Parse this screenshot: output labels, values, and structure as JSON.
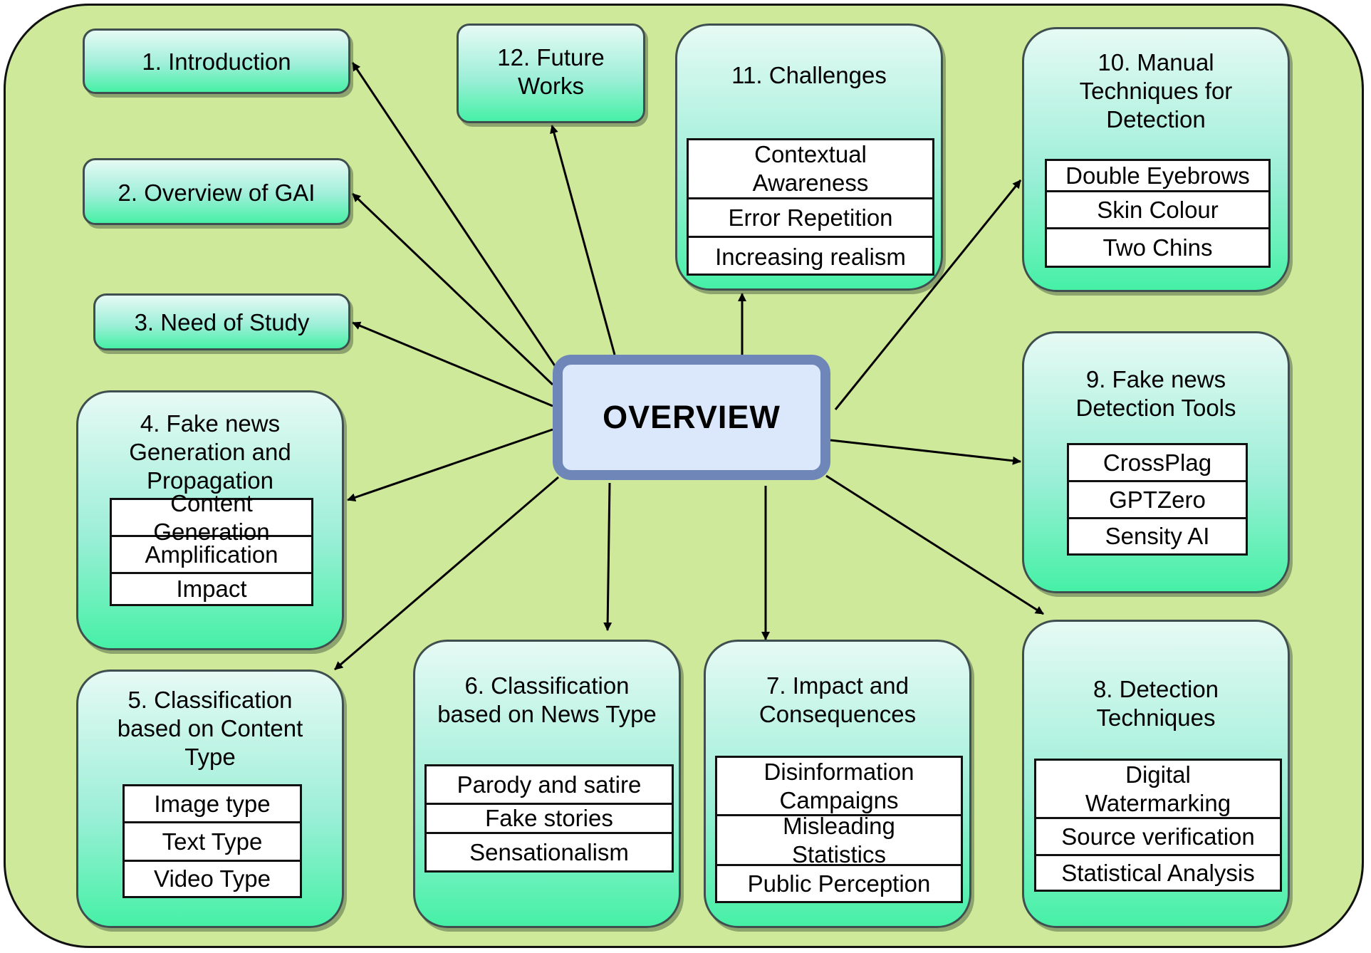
{
  "center": {
    "label": "OVERVIEW"
  },
  "sections": {
    "introduction": {
      "title": "1. Introduction"
    },
    "overview_gai": {
      "title": "2. Overview of GAI"
    },
    "need_of_study": {
      "title": "3. Need of Study"
    },
    "fake_news_generation": {
      "title": "4. Fake news\nGeneration and\nPropagation",
      "items": [
        "Content\nGeneration",
        "Amplification",
        "Impact"
      ]
    },
    "classification_content_type": {
      "title": "5. Classification\nbased on Content\nType",
      "items": [
        "Image type",
        "Text Type",
        "Video Type"
      ]
    },
    "classification_news_type": {
      "title": "6. Classification\nbased on News Type",
      "items": [
        "Parody and satire",
        "Fake stories",
        "Sensationalism"
      ]
    },
    "impact_consequences": {
      "title": "7. Impact and\nConsequences",
      "items": [
        "Disinformation\nCampaigns",
        "Misleading\nStatistics",
        "Public Perception"
      ]
    },
    "detection_techniques": {
      "title": "8. Detection\nTechniques",
      "items": [
        "Digital\nWatermarking",
        "Source verification",
        "Statistical Analysis"
      ]
    },
    "detection_tools": {
      "title": "9. Fake news\nDetection Tools",
      "items": [
        "CrossPlag",
        "GPTZero",
        "Sensity AI"
      ]
    },
    "manual_techniques": {
      "title": "10. Manual\nTechniques for\nDetection",
      "items": [
        "Double Eyebrows",
        "Skin Colour",
        "Two Chins"
      ]
    },
    "challenges": {
      "title": "11. Challenges",
      "items": [
        "Contextual\nAwareness",
        "Error Repetition",
        "Increasing realism"
      ]
    },
    "future_works": {
      "title": "12. Future\nWorks"
    }
  },
  "colors": {
    "background": "#cfe99a",
    "box_top": "#e6faf4",
    "box_bottom": "#46f0a6",
    "center_fill": "#dbe7fb",
    "center_border": "#6f86b8"
  }
}
